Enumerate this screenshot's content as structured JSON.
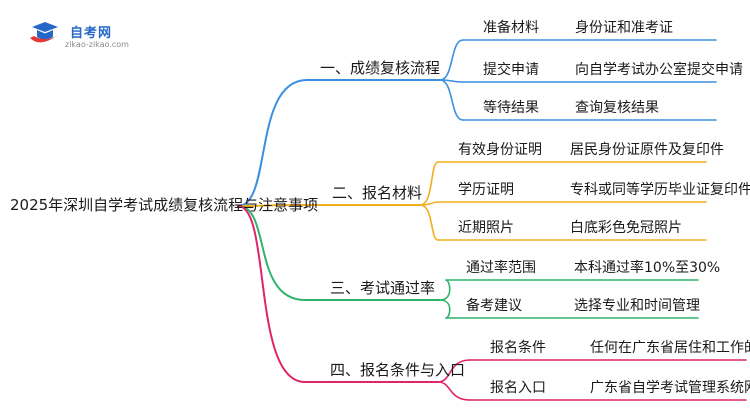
{
  "logo": {
    "title": "自考网",
    "url": "zikao-zikao.com"
  },
  "root": "2025年深圳自学考试成绩复核流程与注意事项",
  "colors": {
    "b1": "#3b8fe0",
    "b2": "#f2ae1c",
    "b3": "#2fb36b",
    "b4": "#e0246a",
    "logo_red": "#e53935",
    "logo_blue": "#2467c9"
  },
  "branches": [
    {
      "label": "一、成绩复核流程",
      "color": "#3b8fe0",
      "items": [
        {
          "key": "准备材料",
          "value": "身份证和准考证"
        },
        {
          "key": "提交申请",
          "value": "向自学考试办公室提交申请"
        },
        {
          "key": "等待结果",
          "value": "查询复核结果"
        }
      ]
    },
    {
      "label": "二、报名材料",
      "color": "#f2ae1c",
      "items": [
        {
          "key": "有效身份证明",
          "value": "居民身份证原件及复印件"
        },
        {
          "key": "学历证明",
          "value": "专科或同等学历毕业证复印件"
        },
        {
          "key": "近期照片",
          "value": "白底彩色免冠照片"
        }
      ]
    },
    {
      "label": "三、考试通过率",
      "color": "#2fb36b",
      "items": [
        {
          "key": "通过率范围",
          "value": "本科通过率10%至30%"
        },
        {
          "key": "备考建议",
          "value": "选择专业和时间管理"
        }
      ]
    },
    {
      "label": "四、报名条件与入口",
      "color": "#e0246a",
      "items": [
        {
          "key": "报名条件",
          "value": "任何在广东省居住和工作的公民"
        },
        {
          "key": "报名入口",
          "value": "广东省自学考试管理系统网址"
        }
      ]
    }
  ]
}
